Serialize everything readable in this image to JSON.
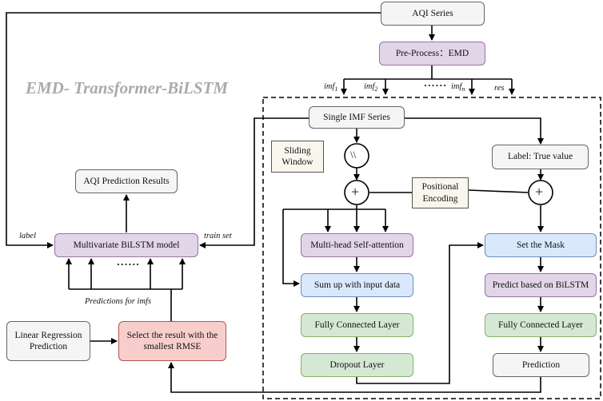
{
  "title": "EMD- Transformer-BiLSTM",
  "nodes": {
    "aqi_series": "AQI Series",
    "preprocess": "Pre-Process：EMD",
    "single_imf": "Single IMF Series",
    "sliding_window": "Sliding Window",
    "label_true": "Label: True value",
    "positional_encoding": "Positional Encoding",
    "multihead": "Multi-head Self-attention",
    "sum_up": "Sum up with input data",
    "fc_left": "Fully Connected Layer",
    "dropout": "Dropout Layer",
    "set_mask": "Set the Mask",
    "predict_bilstm": "Predict based on BiLSTM",
    "fc_right": "Fully Connected Layer",
    "prediction": "Prediction",
    "aqi_results": "AQI Prediction Results",
    "multivariate": "Multivariate BiLSTM model",
    "linear_reg": "Linear Regression Prediction",
    "select_result": "Select the result with the smallest RMSE"
  },
  "labels": {
    "imf1_base": "imf",
    "imf1_sub": "1",
    "imf2_base": "imf",
    "imf2_sub": "2",
    "imfn_base": "imf",
    "imfn_sub": "n",
    "res": "res",
    "emd_dots": "······",
    "bilstm_dots": "······",
    "label": "label",
    "train_set": "train set",
    "predictions_for_imfs": "Predictions for imfs"
  },
  "symbols": {
    "window_op": "\\\\",
    "plus": "+"
  }
}
